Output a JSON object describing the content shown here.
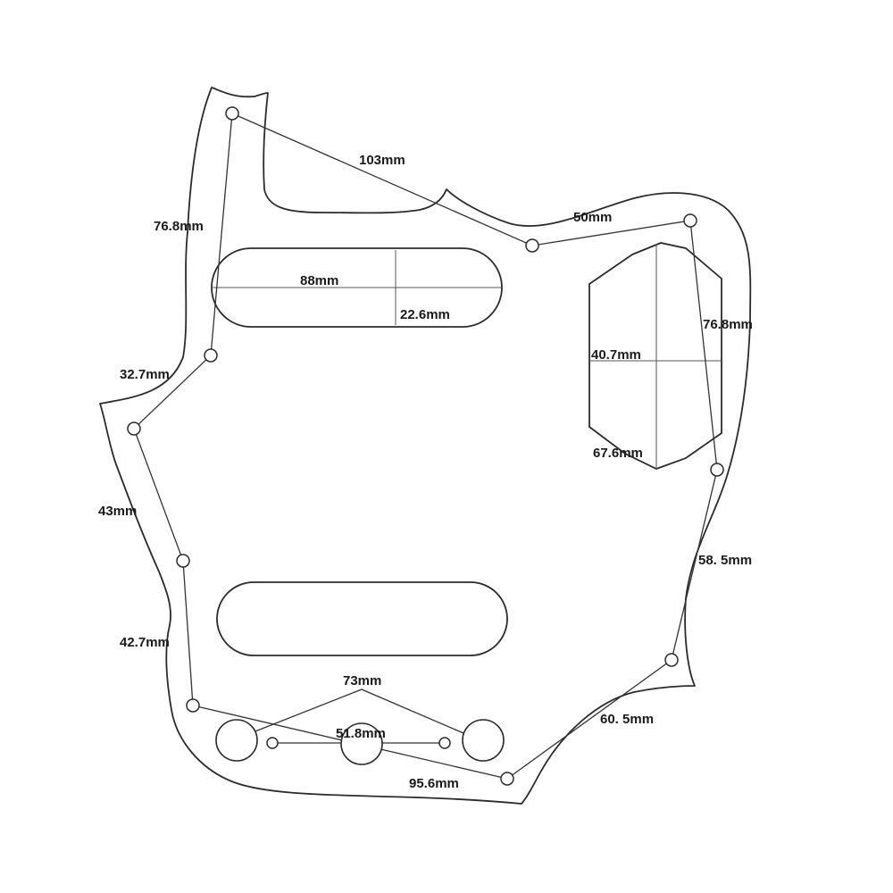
{
  "labels": {
    "top_span": "103mm",
    "upper_right_span": "50mm",
    "left_upper": "76.8mm",
    "pickup_width": "88mm",
    "pickup_height": "22.6mm",
    "right_vertical": "76.8mm",
    "left_short": "32.7mm",
    "cavity_width": "40.7mm",
    "cavity_height": "67.6mm",
    "left_middle": "43mm",
    "right_lower": "58. 5mm",
    "left_lower": "42.7mm",
    "knob_span": "73mm",
    "knob_inner_span": "51.8mm",
    "lower_right_diag": "60. 5mm",
    "bottom_span": "95.6mm"
  },
  "colors": {
    "line": "#2b2b2b",
    "text": "#1a1a1a",
    "background": "#ffffff"
  }
}
